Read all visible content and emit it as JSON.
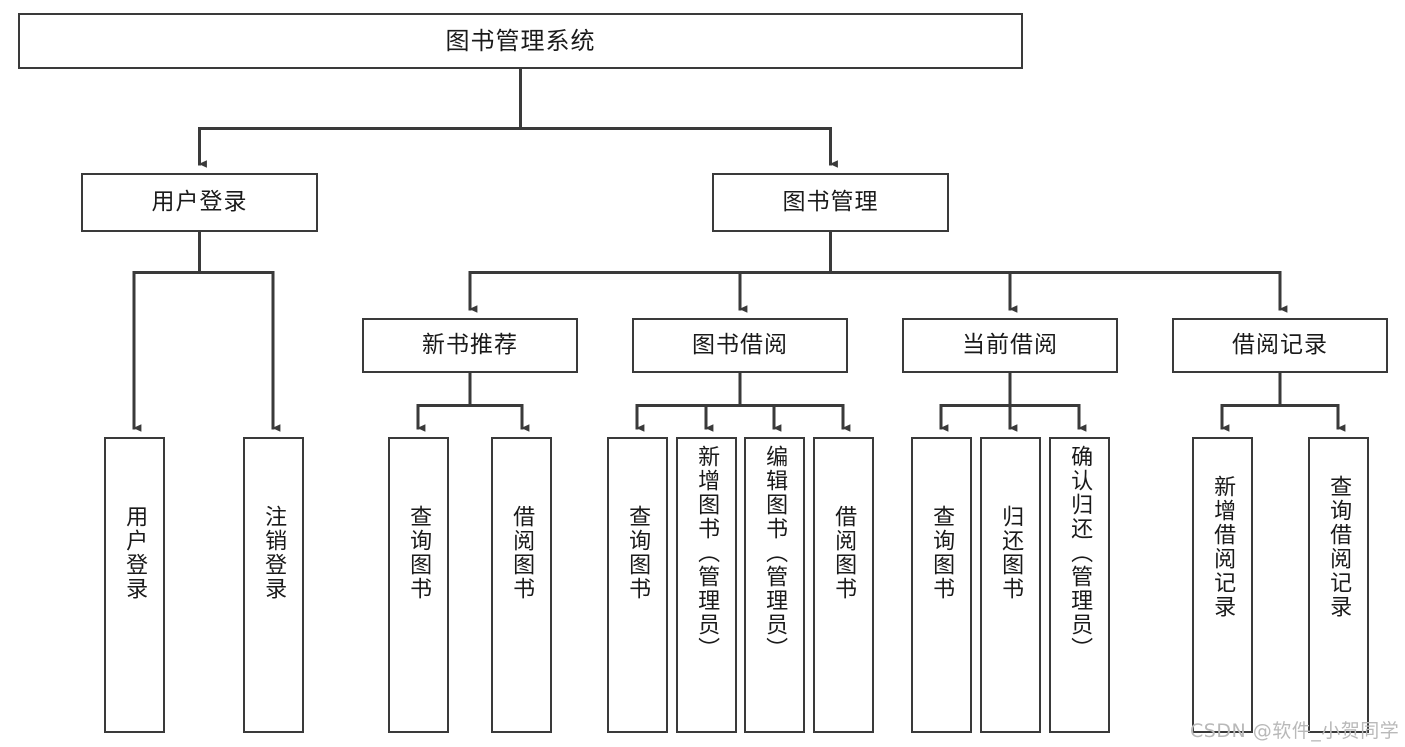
{
  "diagram": {
    "title": "图书管理系统",
    "type": "hierarchy-tree",
    "watermark": "CSDN @软件_小贺同学",
    "colors": {
      "box_border": "#3a3a3a",
      "box_fill": "#ffffff",
      "connector": "#3a3a3a",
      "text": "#1a1a1a",
      "watermark": "#b9b9b9"
    },
    "nodes": {
      "root": {
        "label": "图书管理系统"
      },
      "level2": [
        {
          "id": "user-login",
          "label": "用户登录"
        },
        {
          "id": "book-manage",
          "label": "图书管理"
        }
      ],
      "level3": [
        {
          "id": "new-book-recommend",
          "label": "新书推荐"
        },
        {
          "id": "book-borrow",
          "label": "图书借阅"
        },
        {
          "id": "current-borrow",
          "label": "当前借阅"
        },
        {
          "id": "borrow-record",
          "label": "借阅记录"
        }
      ],
      "leaves": {
        "user-login": [
          {
            "id": "leaf-user-login",
            "label": "用户登录"
          },
          {
            "id": "leaf-logout",
            "label": "注销登录"
          }
        ],
        "new-book-recommend": [
          {
            "id": "leaf-query-book-1",
            "label": "查询图书"
          },
          {
            "id": "leaf-borrow-book-1",
            "label": "借阅图书"
          }
        ],
        "book-borrow": [
          {
            "id": "leaf-query-book-2",
            "label": "查询图书"
          },
          {
            "id": "leaf-add-book",
            "label": "新增图书（管理员）"
          },
          {
            "id": "leaf-edit-book",
            "label": "编辑图书（管理员）"
          },
          {
            "id": "leaf-borrow-book-2",
            "label": "借阅图书"
          }
        ],
        "current-borrow": [
          {
            "id": "leaf-query-book-3",
            "label": "查询图书"
          },
          {
            "id": "leaf-return-book",
            "label": "归还图书"
          },
          {
            "id": "leaf-confirm-return",
            "label": "确认归还（管理员）"
          }
        ],
        "borrow-record": [
          {
            "id": "leaf-add-record",
            "label": "新增借阅记录"
          },
          {
            "id": "leaf-query-record",
            "label": "查询借阅记录"
          }
        ]
      }
    }
  }
}
